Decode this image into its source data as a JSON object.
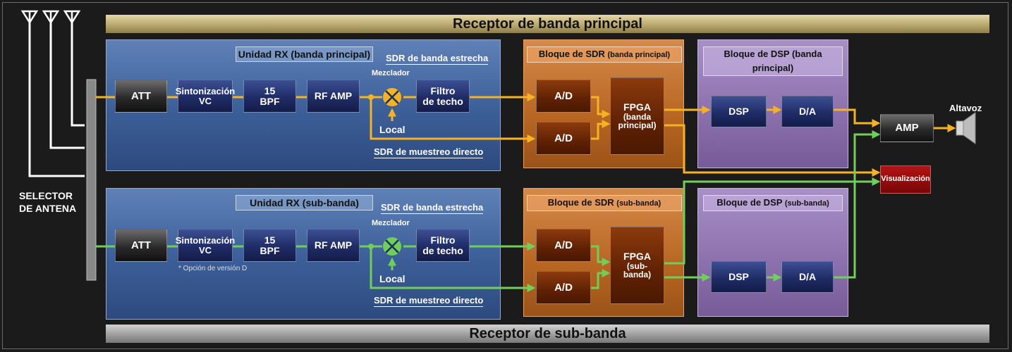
{
  "bands": {
    "main": "Receptor de banda principal",
    "sub": "Receptor de sub-banda"
  },
  "antenna_selector": [
    "SELECTOR",
    "DE ANTENA"
  ],
  "main": {
    "rx_title": "Unidad RX (banda principal)",
    "narrow": "SDR de banda estrecha",
    "direct": "SDR de muestreo directo",
    "mixer": "Mezclador",
    "local": "Local",
    "att": "ATT",
    "tuning": [
      "Sintonización",
      "VC"
    ],
    "bpf": [
      "15",
      "BPF"
    ],
    "rfamp": "RF AMP",
    "roofing": [
      "Filtro",
      "de techo"
    ],
    "sdr_title": "Bloque de SDR",
    "sdr_title_suffix": "(banda principal)",
    "ad1": "A/D",
    "ad2": "A/D",
    "fpga": [
      "FPGA",
      "(banda",
      "principal)"
    ],
    "dsp_title": "Bloque de DSP (banda principal)",
    "dsp": "DSP",
    "da": "D/A"
  },
  "sub": {
    "rx_title": "Unidad RX (sub-banda)",
    "narrow": "SDR de banda estrecha",
    "direct": "SDR de muestreo directo",
    "mixer": "Mezclador",
    "local": "Local",
    "att": "ATT",
    "tuning": [
      "Sintonización",
      "VC"
    ],
    "tuning_note": "* Opción de versión D",
    "bpf": [
      "15",
      "BPF"
    ],
    "rfamp": "RF AMP",
    "roofing": [
      "Filtro",
      "de techo"
    ],
    "sdr_title": "Bloque de SDR",
    "sdr_title_suffix": "(sub-banda)",
    "ad1": "A/D",
    "ad2": "A/D",
    "fpga": [
      "FPGA",
      "(sub-",
      "banda)"
    ],
    "dsp_title": "Bloque de DSP",
    "dsp_title_suffix": "(sub-banda)",
    "dsp": "DSP",
    "da": "D/A"
  },
  "output": {
    "amp": "AMP",
    "speaker": "Altavoz",
    "display": "Visualización"
  },
  "colors": {
    "main_signal": "#f5b324",
    "sub_signal": "#6fcf5a",
    "antenna": "#ffffff"
  }
}
